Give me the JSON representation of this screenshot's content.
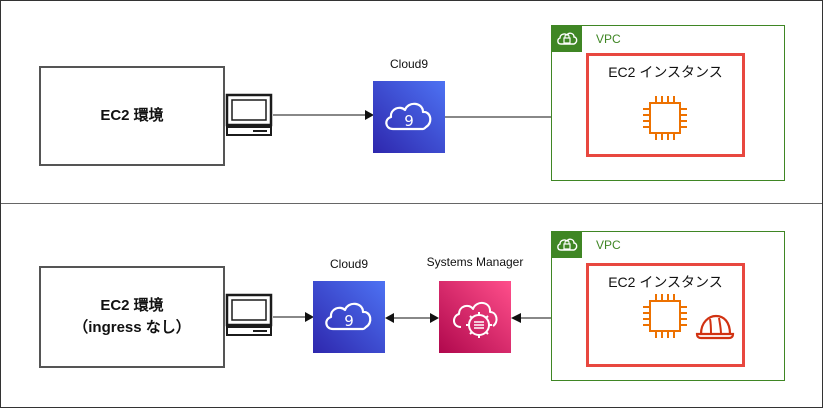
{
  "top": {
    "env_label": "EC2 環境",
    "cloud9_label": "Cloud9",
    "cloud9_glyph": "9",
    "vpc_label": "VPC",
    "ec2_label": "EC2 インスタンス"
  },
  "bottom": {
    "env_label_line1": "EC2 環境",
    "env_label_line2": "（ingress なし）",
    "cloud9_label": "Cloud9",
    "cloud9_glyph": "9",
    "ssm_label": "Systems Manager",
    "vpc_label": "VPC",
    "ec2_label": "EC2 インスタンス"
  },
  "colors": {
    "vpc_green": "#3f8624",
    "ec2_orange": "#ed7100",
    "ec2_box_red": "#e8473f",
    "cloud9_from": "#2e27ad",
    "cloud9_to": "#4d72f3",
    "ssm_from": "#b0084d",
    "ssm_to": "#ff4f8b",
    "helmet_red": "#d13212"
  },
  "icons": {
    "client": "desktop-computer-icon",
    "cloud9": "cloud9-icon",
    "ssm": "systems-manager-icon",
    "ec2": "ec2-instance-chip-icon",
    "helmet": "hard-hat-icon",
    "vpc": "vpc-lock-cloud-icon"
  }
}
